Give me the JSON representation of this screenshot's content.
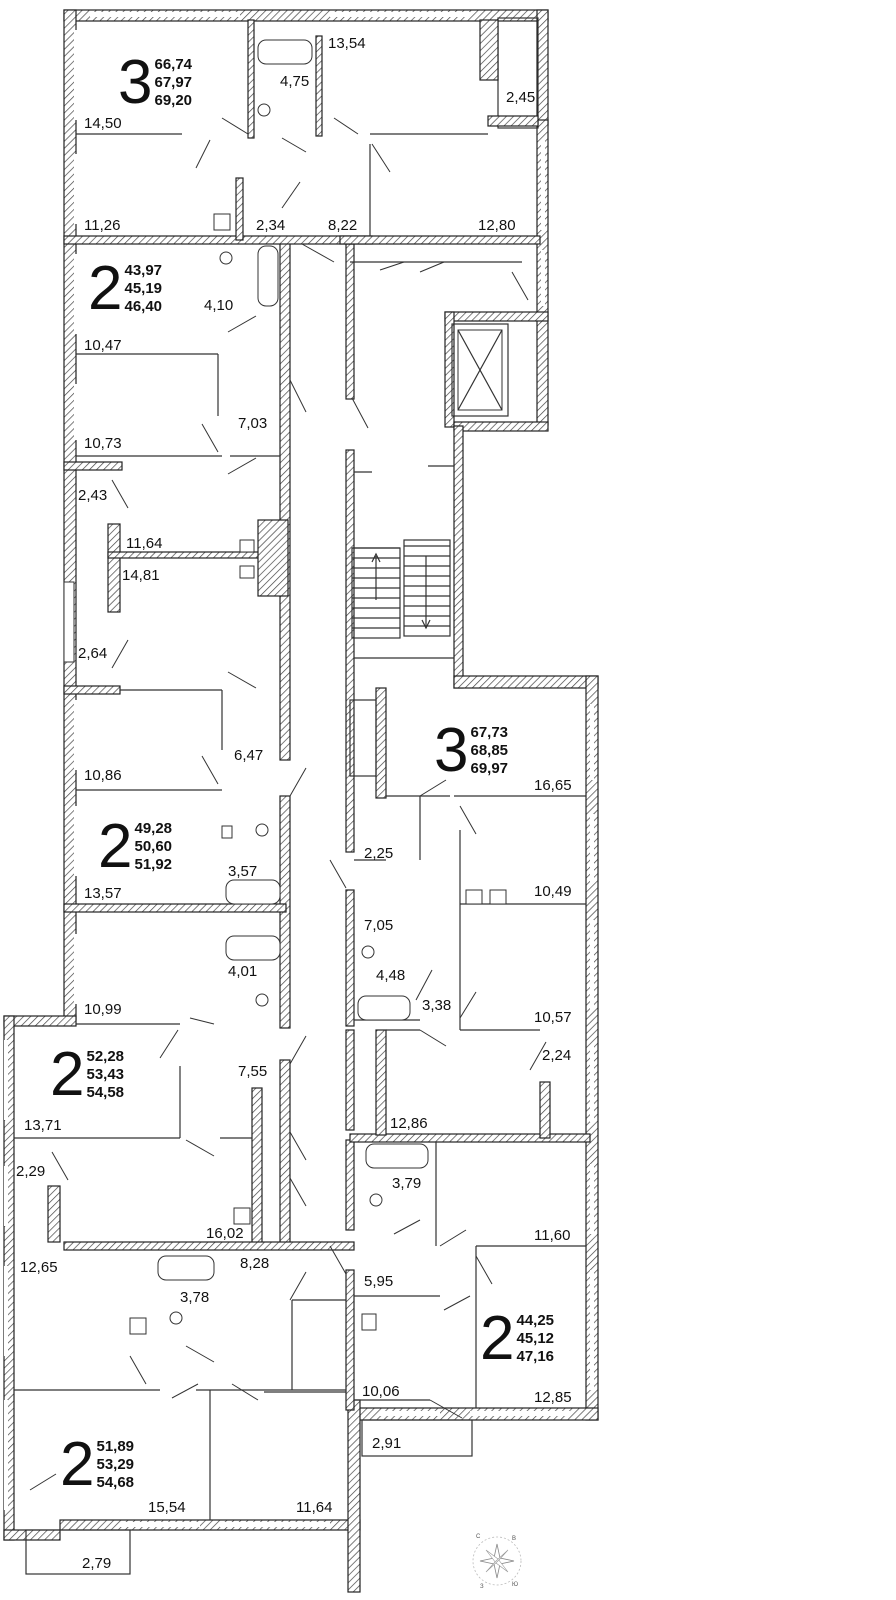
{
  "apartments": [
    {
      "rooms": "3",
      "sizes": [
        "66,74",
        "67,97",
        "69,20"
      ]
    },
    {
      "rooms": "2",
      "sizes": [
        "43,97",
        "45,19",
        "46,40"
      ]
    },
    {
      "rooms": "2",
      "sizes": [
        "49,28",
        "50,60",
        "51,92"
      ]
    },
    {
      "rooms": "2",
      "sizes": [
        "52,28",
        "53,43",
        "54,58"
      ]
    },
    {
      "rooms": "2",
      "sizes": [
        "51,89",
        "53,29",
        "54,68"
      ]
    },
    {
      "rooms": "3",
      "sizes": [
        "67,73",
        "68,85",
        "69,97"
      ]
    },
    {
      "rooms": "2",
      "sizes": [
        "44,25",
        "45,12",
        "47,16"
      ]
    }
  ],
  "room_areas": [
    "13,54",
    "4,75",
    "2,45",
    "14,50",
    "11,26",
    "2,34",
    "8,22",
    "12,80",
    "4,10",
    "10,47",
    "7,03",
    "10,73",
    "2,43",
    "11,64",
    "14,81",
    "2,64",
    "6,47",
    "10,86",
    "3,57",
    "13,57",
    "4,01",
    "10,99",
    "7,55",
    "13,71",
    "2,29",
    "16,02",
    "12,65",
    "8,28",
    "3,78",
    "15,54",
    "11,64",
    "2,79",
    "16,65",
    "2,25",
    "7,05",
    "10,49",
    "4,48",
    "3,38",
    "10,57",
    "2,24",
    "12,86",
    "3,79",
    "11,60",
    "5,95",
    "10,06",
    "12,85",
    "2,91"
  ],
  "compass": {
    "n": "С",
    "e": "В",
    "s": "Ю",
    "w": "З"
  },
  "colors": {
    "wall": "#222222",
    "background": "#ffffff"
  }
}
